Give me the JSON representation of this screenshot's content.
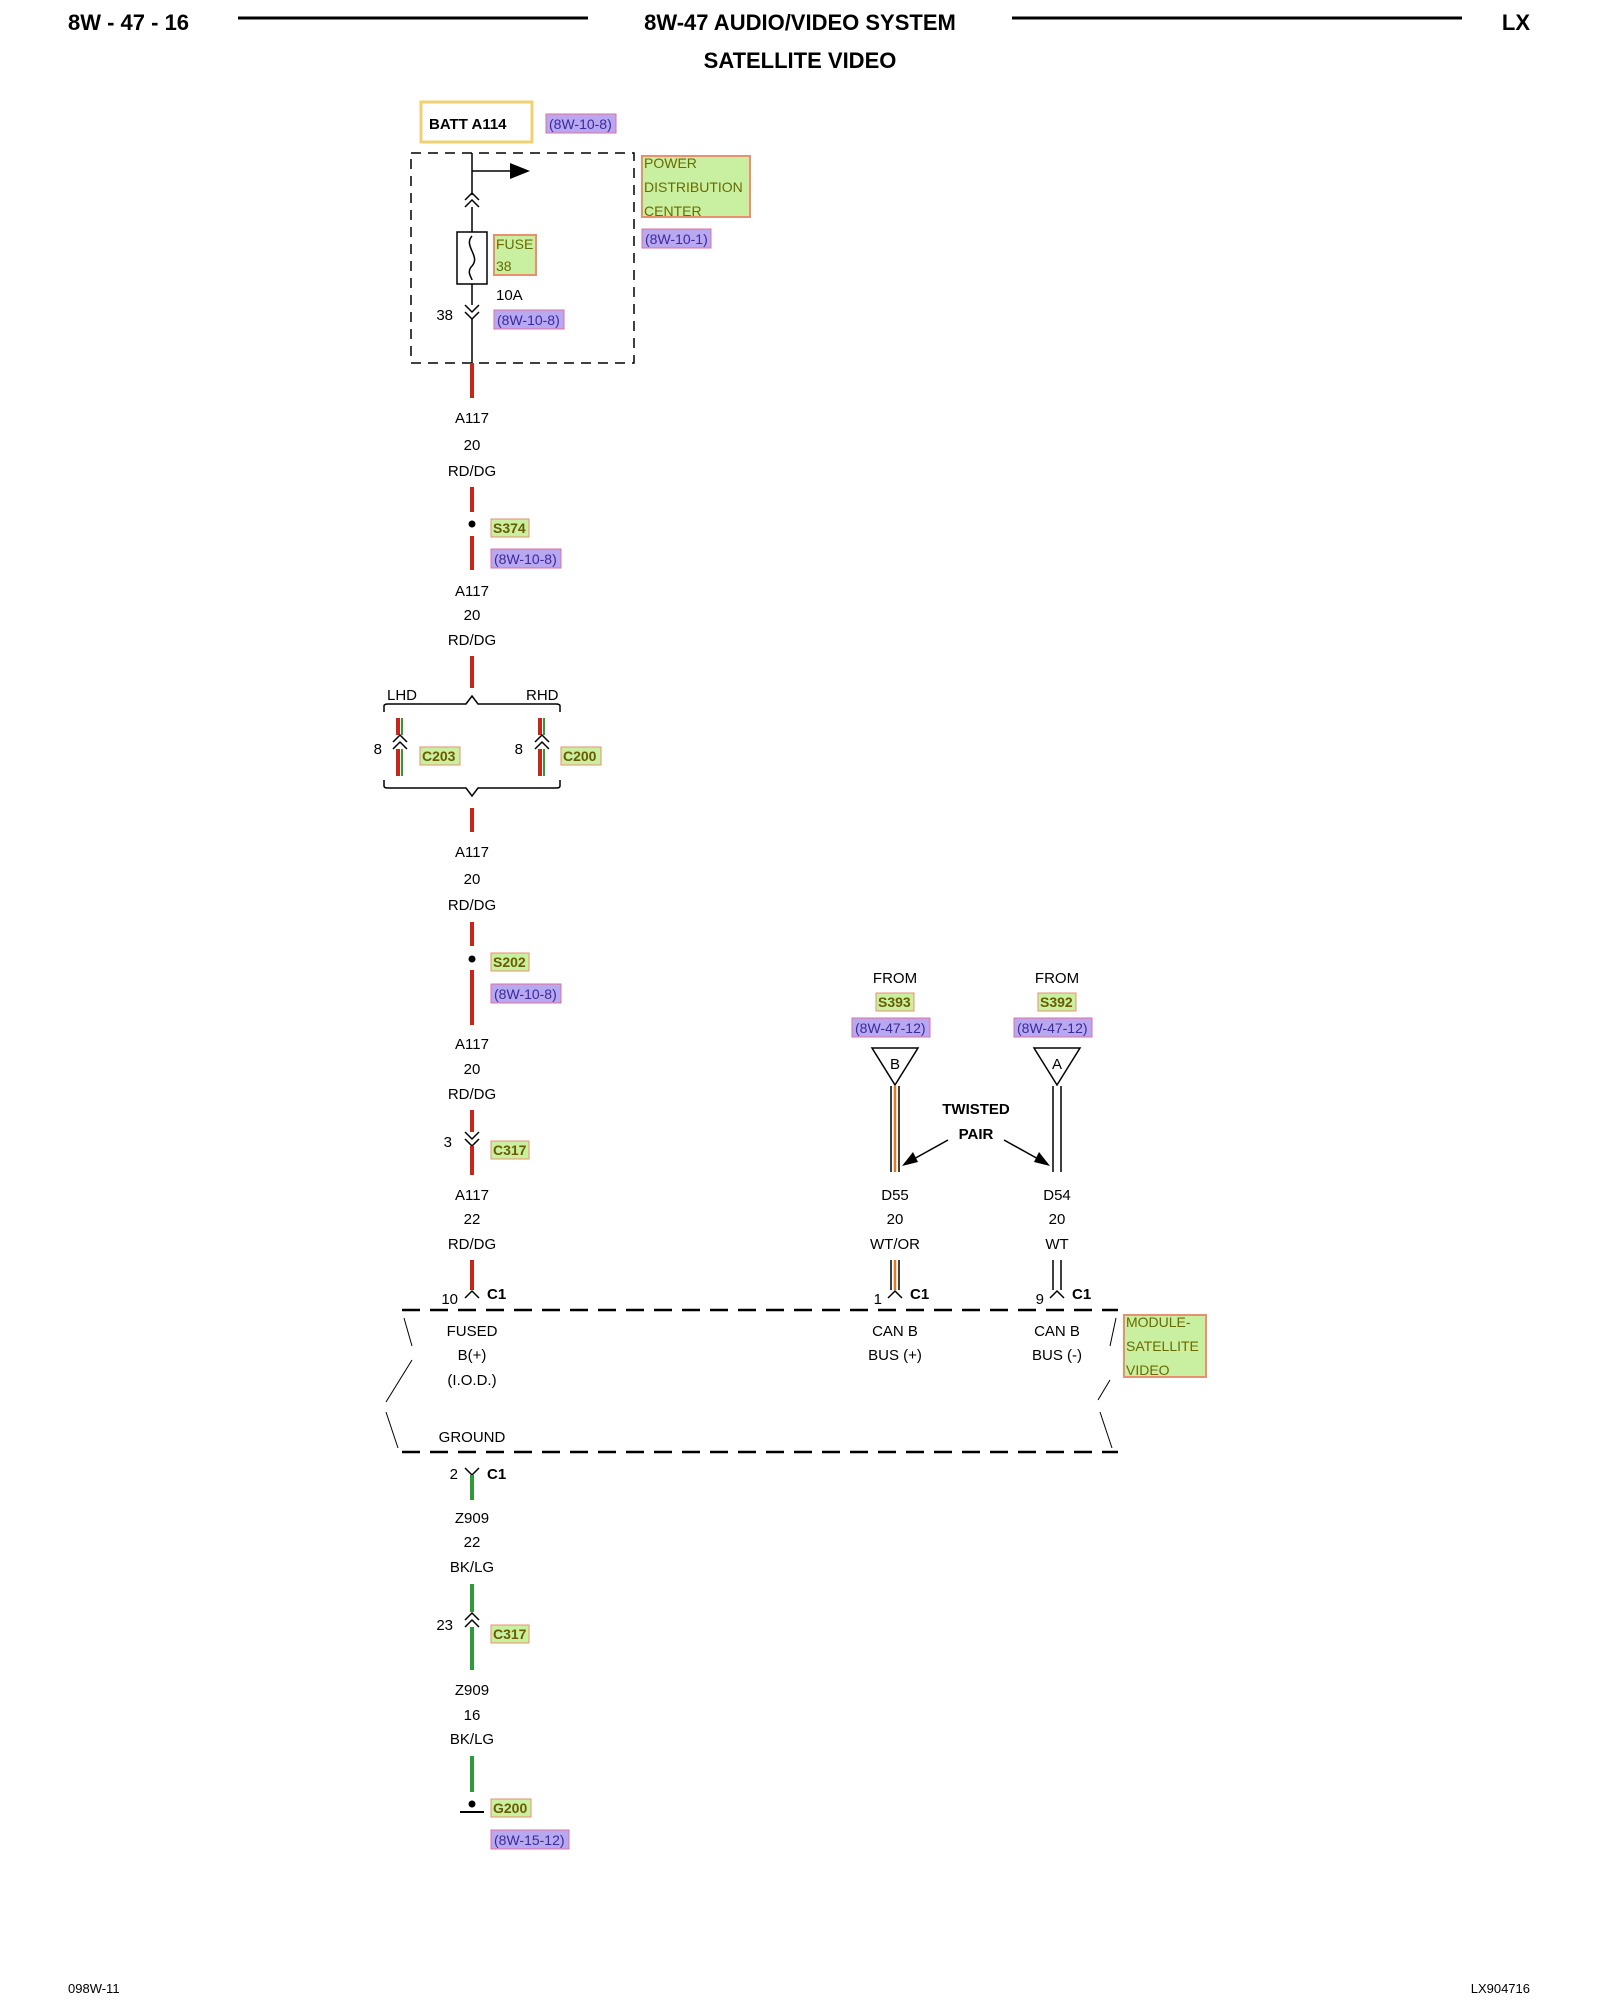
{
  "header": {
    "page_left": "8W - 47 - 16",
    "title": "8W-47 AUDIO/VIDEO SYSTEM",
    "subtitle": "SATELLITE VIDEO",
    "page_right": "LX"
  },
  "footer": {
    "left": "098W-11",
    "right": "LX904716"
  },
  "batt": {
    "label": "BATT A114",
    "ref": "(8W-10-8)"
  },
  "pdc": {
    "line1": "POWER",
    "line2": "DISTRIBUTION",
    "line3": "CENTER",
    "ref": "(8W-10-1)",
    "fuse_label": "FUSE",
    "fuse_num": "38",
    "fuse_amp": "10A",
    "cavity": "38",
    "fuse_ref": "(8W-10-8)"
  },
  "wire1": {
    "circuit": "A117",
    "gauge": "20",
    "color": "RD/DG"
  },
  "s374": {
    "label": "S374",
    "ref": "(8W-10-8)"
  },
  "wire2": {
    "circuit": "A117",
    "gauge": "20",
    "color": "RD/DG"
  },
  "branch": {
    "lhd": "LHD",
    "rhd": "RHD",
    "lhd_pin": "8",
    "lhd_conn": "C203",
    "rhd_pin": "8",
    "rhd_conn": "C200"
  },
  "wire3": {
    "circuit": "A117",
    "gauge": "20",
    "color": "RD/DG"
  },
  "s202": {
    "label": "S202",
    "ref": "(8W-10-8)"
  },
  "wire4": {
    "circuit": "A117",
    "gauge": "20",
    "color": "RD/DG"
  },
  "c317a": {
    "pin": "3",
    "label": "C317"
  },
  "wire5": {
    "circuit": "A117",
    "gauge": "22",
    "color": "RD/DG"
  },
  "from_b": {
    "from": "FROM",
    "splice": "S393",
    "ref": "(8W-47-12)",
    "letter": "B"
  },
  "from_a": {
    "from": "FROM",
    "splice": "S392",
    "ref": "(8W-47-12)",
    "letter": "A"
  },
  "twisted": {
    "line1": "TWISTED",
    "line2": "PAIR"
  },
  "wire_d55": {
    "circuit": "D55",
    "gauge": "20",
    "color": "WT/OR"
  },
  "wire_d54": {
    "circuit": "D54",
    "gauge": "20",
    "color": "WT"
  },
  "module": {
    "pin_fused": "10",
    "conn_fused": "C1",
    "pin_canp": "1",
    "conn_canp": "C1",
    "pin_canm": "9",
    "conn_canm": "C1",
    "fused_l1": "FUSED",
    "fused_l2": "B(+)",
    "fused_l3": "(I.O.D.)",
    "canp_l1": "CAN B",
    "canp_l2": "BUS (+)",
    "canm_l1": "CAN B",
    "canm_l2": "BUS (-)",
    "ground": "GROUND",
    "name_l1": "MODULE-",
    "name_l2": "SATELLITE",
    "name_l3": "VIDEO",
    "pin_gnd": "2",
    "conn_gnd": "C1"
  },
  "wire6": {
    "circuit": "Z909",
    "gauge": "22",
    "color": "BK/LG"
  },
  "c317b": {
    "pin": "23",
    "label": "C317"
  },
  "wire7": {
    "circuit": "Z909",
    "gauge": "16",
    "color": "BK/LG"
  },
  "g200": {
    "label": "G200",
    "ref": "(8W-15-12)"
  },
  "colors": {
    "red": "#c8261b",
    "green": "#2e9a3a",
    "orange": "#e07a20",
    "highlight_green": "#c8f0a0",
    "highlight_border": "#e89070",
    "link_bg": "#b8a8f0",
    "link_border": "#e070a0",
    "batt_border": "#f0d070"
  }
}
